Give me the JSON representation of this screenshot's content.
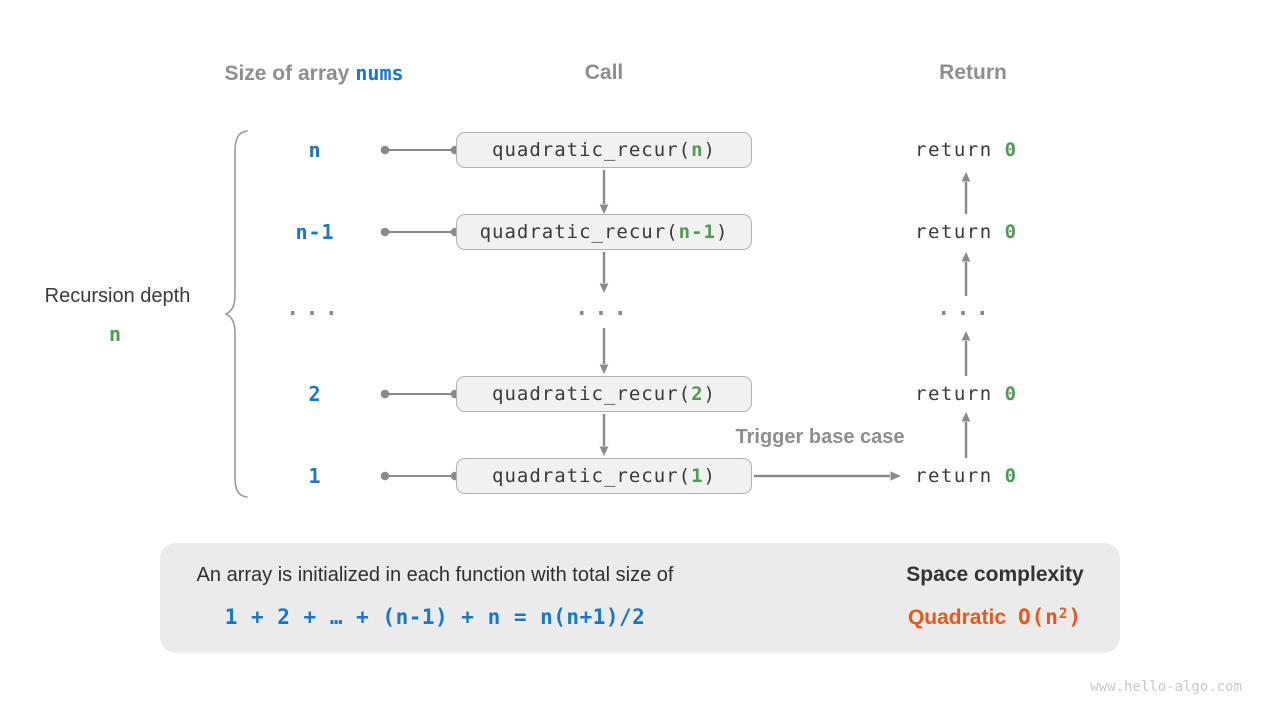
{
  "colors": {
    "blue": "#1778c9",
    "green": "#4d9c51",
    "orange": "#e8581b",
    "gray": "#8e8e8e"
  },
  "headers": {
    "col1_plain": "Size of array",
    "col1_code": "nums",
    "col2": "Call",
    "col3": "Return"
  },
  "left_label": {
    "line1": "Recursion depth",
    "line2": "n"
  },
  "rows": [
    {
      "size": "n",
      "fn": "quadratic_recur(",
      "arg": "n",
      "close": ")",
      "ret_kw": "return",
      "ret_val": "0"
    },
    {
      "size": "n-1",
      "fn": "quadratic_recur(",
      "arg": "n-1",
      "close": ")",
      "ret_kw": "return",
      "ret_val": "0"
    },
    {
      "size": "...",
      "call": "...",
      "ret": "..."
    },
    {
      "size": "2",
      "fn": "quadratic_recur(",
      "arg": "2",
      "close": ")",
      "ret_kw": "return",
      "ret_val": "0"
    },
    {
      "size": "1",
      "fn": "quadratic_recur(",
      "arg": "1",
      "close": ")",
      "ret_kw": "return",
      "ret_val": "0"
    }
  ],
  "trigger_label": "Trigger base case",
  "summary": {
    "description": "An array is initialized in each function with total size of",
    "formula": "1 + 2 + … + (n-1) + n = n(n+1)/2",
    "result_title": "Space complexity",
    "result_name": "Quadratic",
    "big_o_open": "O(n",
    "big_o_exp": "2",
    "big_o_close": ")"
  },
  "watermark": "www.hello-algo.com"
}
